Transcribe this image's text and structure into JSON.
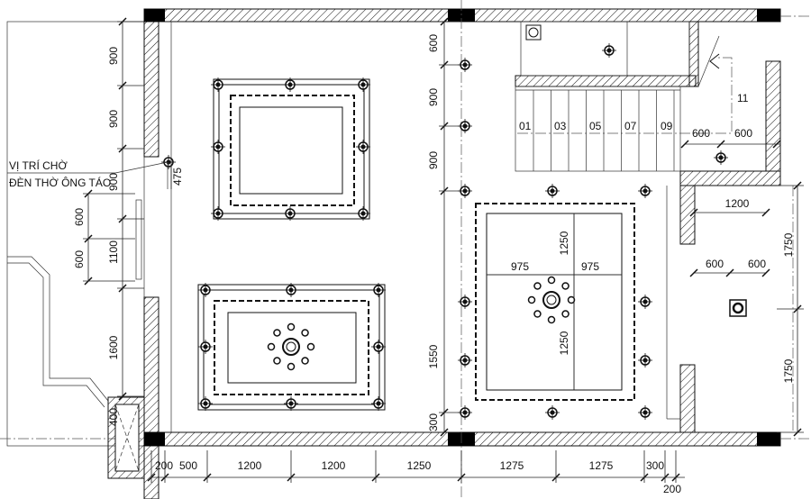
{
  "drawing": {
    "note": {
      "line1": "VỊ TRÍ CHỜ",
      "line2": "ĐÈN THỜ ÔNG TÁO"
    },
    "left_dims": [
      "900",
      "900",
      "900",
      "1100",
      "1600",
      "600",
      "600",
      "475",
      "400"
    ],
    "middle_dims": [
      "600",
      "900",
      "900",
      "1550",
      "300"
    ],
    "bottom_dims": [
      "200",
      "500",
      "1200",
      "1200",
      "1250",
      "1275",
      "1275",
      "300",
      "200"
    ],
    "right_dims": [
      "1750",
      "1750",
      "1200",
      "600",
      "600"
    ],
    "stair_labels": [
      "01",
      "03",
      "05",
      "07",
      "09",
      "11"
    ],
    "stair_dims": [
      "600",
      "600"
    ],
    "ceiling_dims": [
      "975",
      "975",
      "1250",
      "1250"
    ],
    "colors": {
      "line": "#111111",
      "highlight": "#e05050",
      "accent": "#4a90d9"
    }
  }
}
